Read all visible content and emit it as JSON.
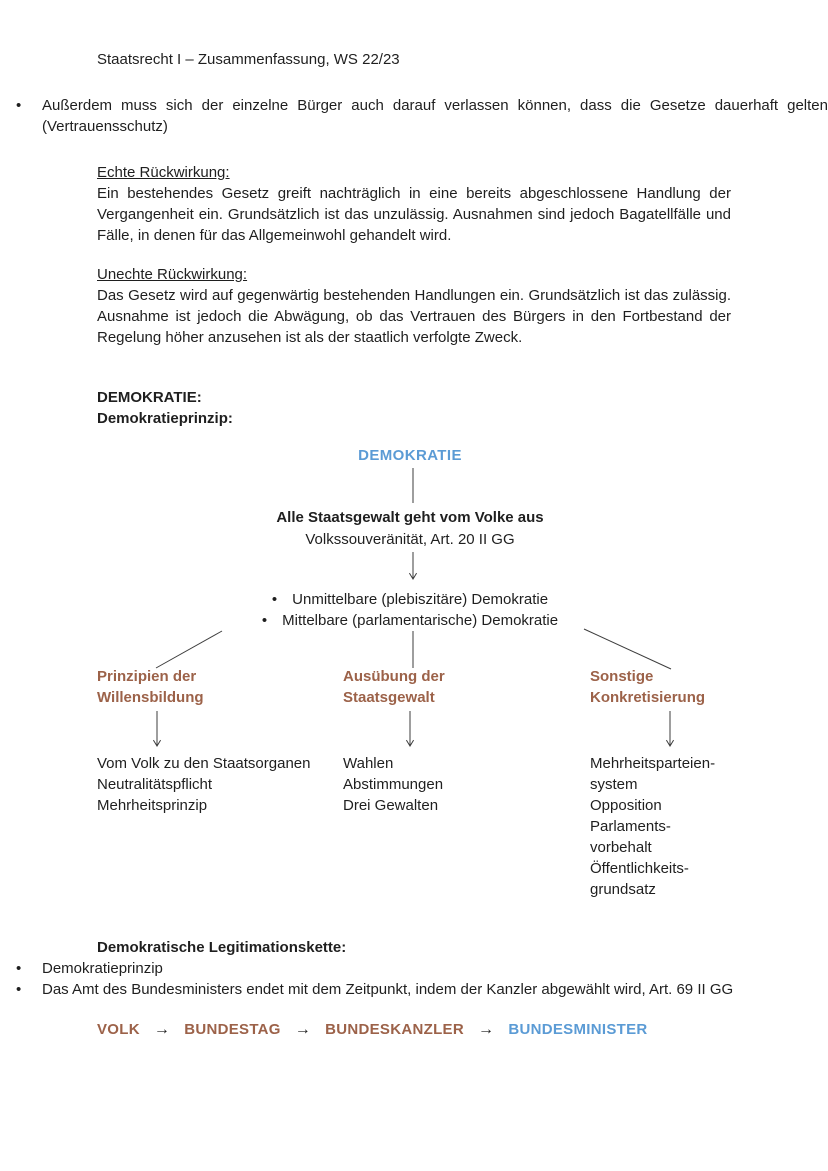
{
  "header": {
    "title": "Staatsrecht I – Zusammenfassung, WS 22/23"
  },
  "intro": {
    "bullet": "Außerdem muss sich der einzelne Bürger auch darauf verlassen können, dass die Gesetze dauerhaft gelten (Vertrauensschutz)"
  },
  "sections": [
    {
      "heading": "Echte Rückwirkung:",
      "body": "Ein bestehendes Gesetz greift nachträglich in eine bereits abgeschlossene Handlung der Vergangenheit ein. Grundsätzlich ist das unzulässig. Ausnahmen sind jedoch Bagatellfälle und Fälle, in denen für das Allgemeinwohl gehandelt wird."
    },
    {
      "heading": "Unechte Rückwirkung:",
      "body": "Das Gesetz wird auf gegenwärtig bestehenden Handlungen ein. Grundsätzlich ist das zulässig. Ausnahme ist jedoch die Abwägung, ob das Vertrauen des Bürgers in den Fortbestand der Regelung höher anzusehen ist als der staatlich verfolgte Zweck."
    }
  ],
  "demokratie": {
    "title": "DEMOKRATIE:",
    "subtitle": "Demokratieprinzip:"
  },
  "diagram": {
    "root": "DEMOKRATIE",
    "principle_bold": "Alle Staatsgewalt geht vom Volke aus",
    "principle_sub": "Volkssouveränität, Art. 20 II GG",
    "bullets": [
      "Unmittelbare (plebiszitäre) Demokratie",
      "Mittelbare (parlamentarische) Demokratie"
    ],
    "columns": [
      {
        "heading_line1": "Prinzipien der",
        "heading_line2": "Willensbildung",
        "items": [
          "Vom Volk zu den Staatsorganen",
          "Neutralitätspflicht",
          "Mehrheitsprinzip"
        ]
      },
      {
        "heading_line1": "Ausübung der",
        "heading_line2": "Staatsgewalt",
        "items": [
          "Wahlen",
          "Abstimmungen",
          "Drei Gewalten"
        ]
      },
      {
        "heading_line1": "Sonstige",
        "heading_line2": "Konkretisierung",
        "items": [
          "Mehrheitsparteien-",
          "system",
          "Opposition",
          "Parlaments-",
          "vorbehalt",
          "Öffentlichkeits-",
          "grundsatz"
        ]
      }
    ]
  },
  "legitimation": {
    "heading": "Demokratische Legitimationskette:",
    "bullets": [
      "Demokratieprinzip",
      "Das Amt des Bundesministers endet mit dem Zeitpunkt, indem der Kanzler abgewählt wird, Art. 69 II GG"
    ]
  },
  "chain": {
    "arrow": "→",
    "items": [
      {
        "label": "VOLK",
        "color": "#9C6249"
      },
      {
        "label": "BUNDESTAG",
        "color": "#9C6249"
      },
      {
        "label": "BUNDESKANZLER",
        "color": "#9C6249"
      },
      {
        "label": "BUNDESMINISTER",
        "color": "#5B9BD5"
      }
    ]
  },
  "colors": {
    "accent_brown": "#9C6249",
    "accent_blue": "#5B9BD5",
    "text": "#1f1f1f",
    "connector_line": "#3d3d3d"
  }
}
